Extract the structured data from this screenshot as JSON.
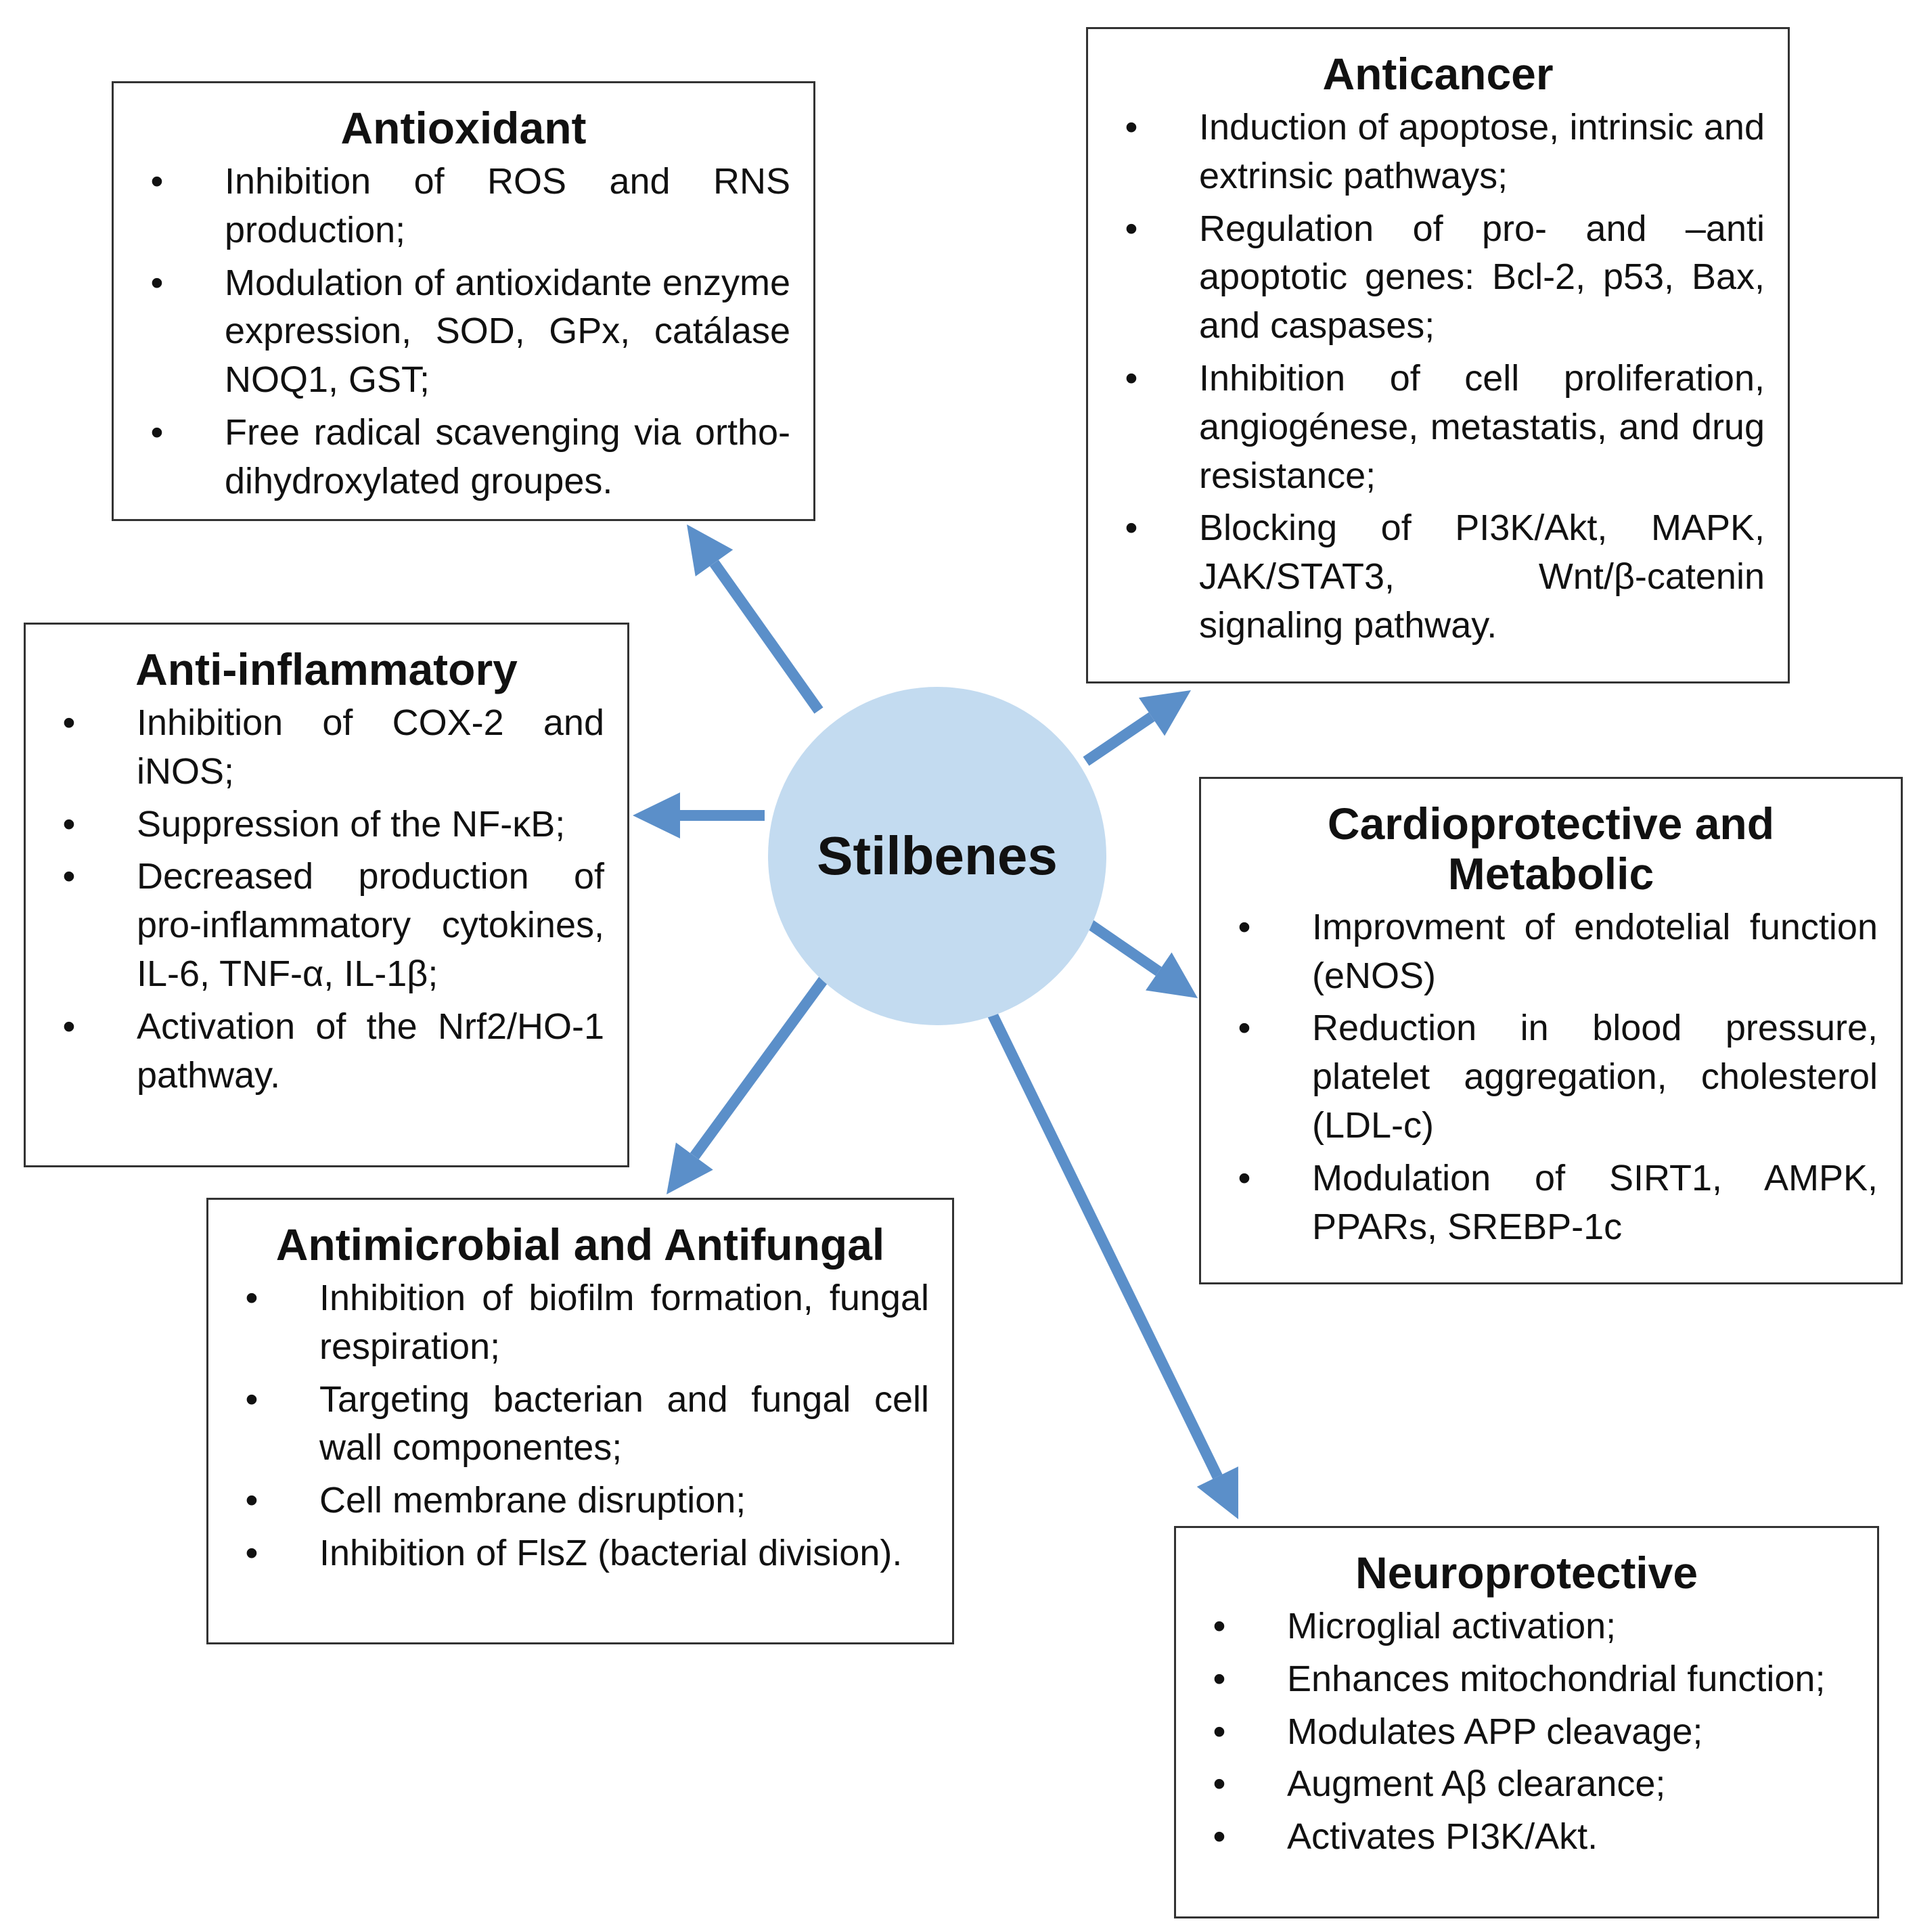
{
  "center": {
    "label": "Stilbenes"
  },
  "colors": {
    "arrow": "#5b8fc9",
    "circle": "#c3dbf0",
    "border": "#333333"
  },
  "bullet_glyph": "•",
  "boxes": {
    "antioxidant": {
      "title": "Antioxidant",
      "items": [
        "Inhibition of ROS and RNS production;",
        "Modulation of antioxidante enzyme expression, SOD, GPx, catálase NOQ1, GST;",
        "Free radical scavenging via ortho-dihydroxylated groupes."
      ]
    },
    "anticancer": {
      "title": "Anticancer",
      "items": [
        "Induction of apoptose, intrinsic and extrinsic pathways;",
        "Regulation of pro- and –anti apoptotic genes: Bcl-2, p53, Bax, and caspases;",
        "Inhibition of cell proliferation, angiogénese, metastatis, and drug resistance;",
        "Blocking of PI3K/Akt, MAPK, JAK/STAT3, Wnt/β-catenin signaling pathway."
      ]
    },
    "anti_inflammatory": {
      "title": "Anti-inflammatory",
      "items": [
        "Inhibition of COX-2 and iNOS;",
        "Suppression of the NF-κB;",
        "Decreased production of pro-inflammatory cytokines, IL-6, TNF-α, IL-1β;",
        "Activation of the Nrf2/HO-1 pathway."
      ]
    },
    "cardioprotective": {
      "title": "Cardioprotective and Metabolic",
      "items": [
        "Improvment of endotelial function (eNOS)",
        "Reduction in blood pressure, platelet aggregation, cholesterol (LDL-c)",
        "Modulation of SIRT1, AMPK, PPARs, SREBP-1c"
      ]
    },
    "antimicrobial": {
      "title": "Antimicrobial and Antifungal",
      "items": [
        "Inhibition of biofilm formation, fungal respiration;",
        "Targeting bacterian and fungal cell wall componentes;",
        "Cell membrane disruption;",
        "Inhibition of FlsZ (bacterial division)."
      ]
    },
    "neuroprotective": {
      "title": "Neuroprotective",
      "items": [
        "Microglial activation;",
        "Enhances mitochondrial function;",
        "Modulates APP cleavage;",
        "Augment Aβ clearance;",
        "Activates PI3K/Akt."
      ]
    }
  }
}
